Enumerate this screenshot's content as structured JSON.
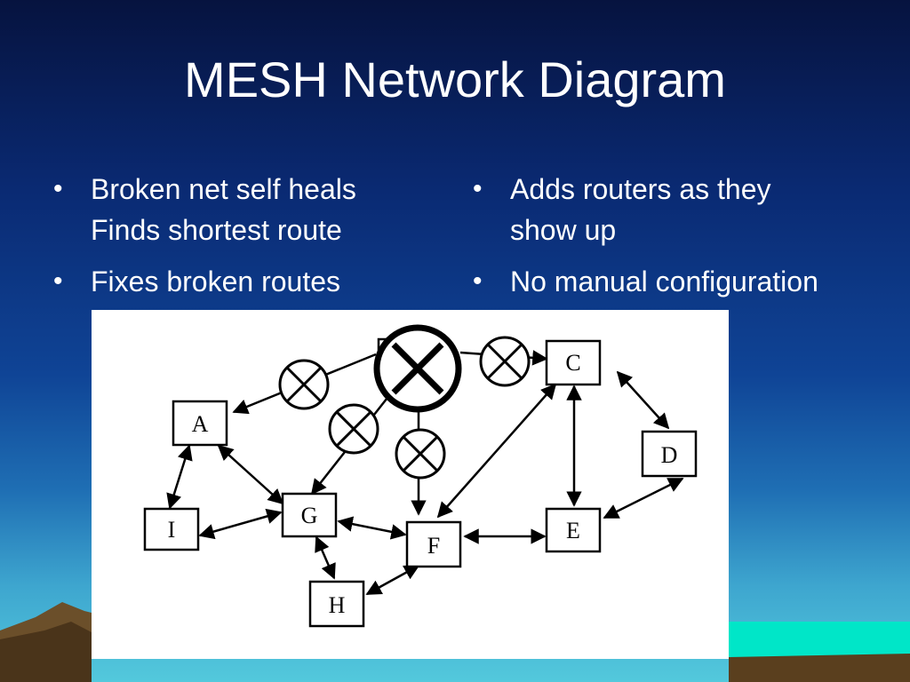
{
  "slide": {
    "title": "MESH Network Diagram",
    "left_bullets": [
      {
        "line1": "Broken net self heals",
        "line2": "Finds shortest route"
      },
      {
        "line1": "Fixes broken routes",
        "line2": ""
      }
    ],
    "right_bullets": [
      {
        "line1": "Adds routers as they",
        "line2": "show up"
      },
      {
        "line1": "No manual configuration",
        "line2": ""
      }
    ],
    "bullet_glyph": "•"
  },
  "diagram": {
    "nodes": {
      "A": "A",
      "C": "C",
      "D": "D",
      "E": "E",
      "F": "F",
      "G": "G",
      "H": "H",
      "I": "I"
    },
    "broken_links": [
      "large-broken-router",
      "broken-link-a",
      "broken-link-c",
      "broken-link-g",
      "broken-link-f"
    ],
    "colors": {
      "line": "#000000",
      "box_fill": "#ffffff",
      "background": "#ffffff"
    }
  }
}
